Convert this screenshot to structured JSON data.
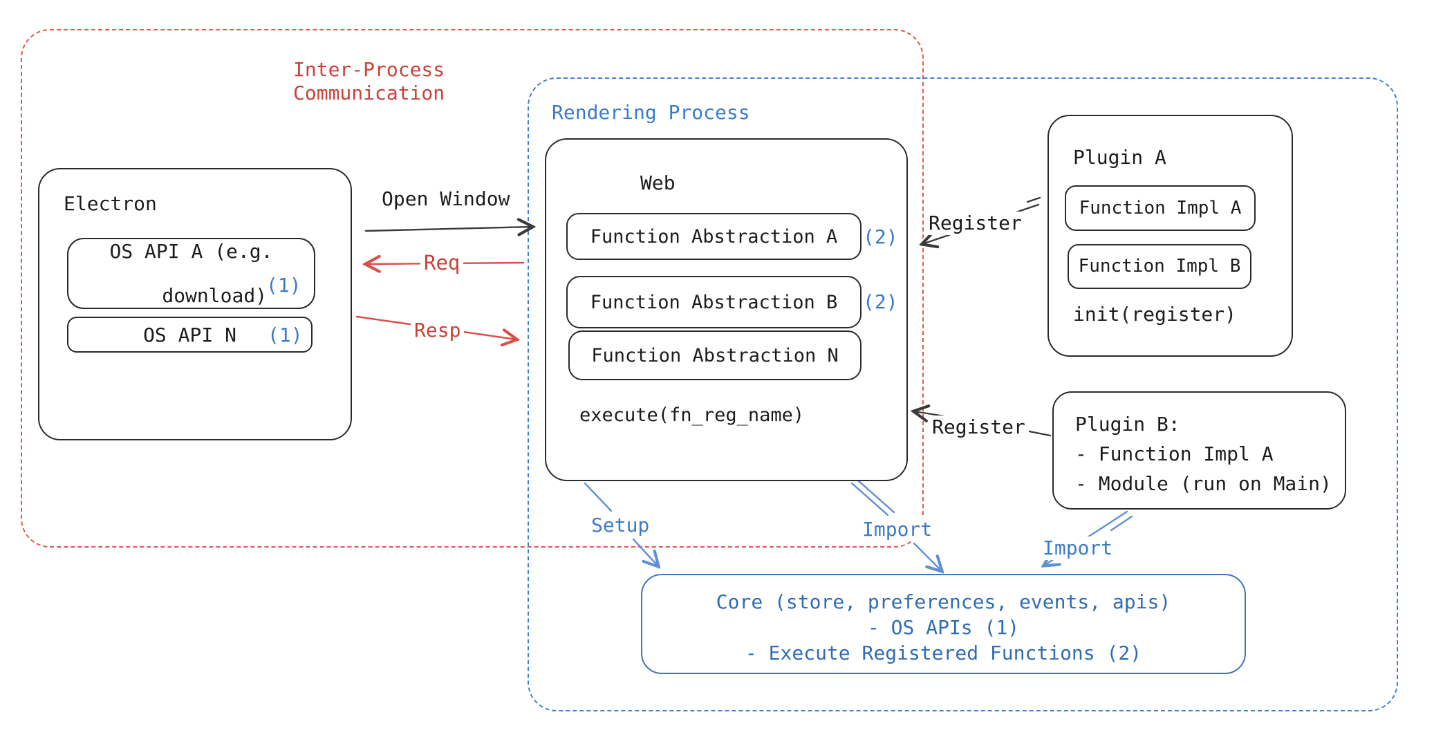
{
  "colors": {
    "ink": "#1c1c1c",
    "stroke": "#2a2a2a",
    "arrow_black": "#3a3a3a",
    "red_text": "#c94138",
    "red_border": "#e0584e",
    "red_arrow": "#d9504a",
    "blue": "#3b7bc8",
    "blue_border": "#4181d2",
    "core_border": "#3d77be",
    "core_text": "#2e6cb4",
    "arrow_blue": "#5f8fd6"
  },
  "ipc": {
    "label": "Inter-Process\nCommunication"
  },
  "rendering": {
    "label": "Rendering Process"
  },
  "electron": {
    "title": "Electron",
    "api_a": {
      "line1": "OS API A (e.g.",
      "line2": "download)",
      "badge": "(1)"
    },
    "api_n": {
      "label": "OS API N",
      "badge": "(1)"
    }
  },
  "web": {
    "title": "Web",
    "fn_a": {
      "label": "Function Abstraction A",
      "badge": "(2)"
    },
    "fn_b": {
      "label": "Function Abstraction B",
      "badge": "(2)"
    },
    "fn_n": {
      "label": "Function Abstraction N"
    },
    "execute": "execute(fn_reg_name)"
  },
  "plugin_a": {
    "title": "Plugin A",
    "impl_a": "Function Impl A",
    "impl_b": "Function Impl B",
    "init": "init(register)"
  },
  "plugin_b": {
    "line1": "Plugin B:",
    "line2": "- Function Impl A",
    "line3": "- Module (run on Main)"
  },
  "core": {
    "line1": "Core (store, preferences, events, apis)",
    "line2": "- OS APIs (1)",
    "line3": "- Execute Registered Functions (2)"
  },
  "arrows": {
    "open_window": "Open Window",
    "req": "Req",
    "resp": "Resp",
    "register_a": "Register",
    "register_b": "Register",
    "setup": "Setup",
    "import_web": "Import",
    "import_plugin": "Import"
  }
}
